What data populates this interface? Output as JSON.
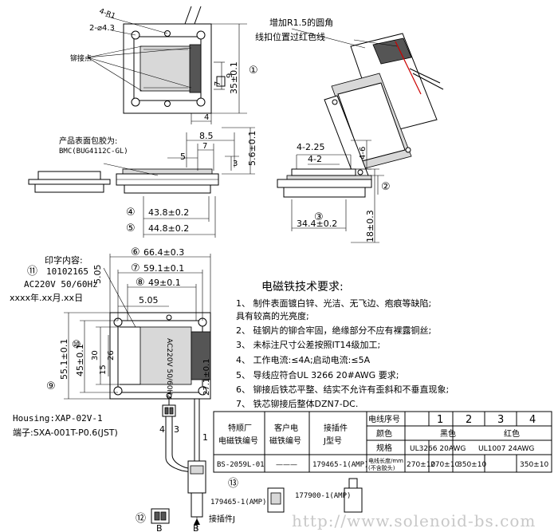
{
  "top_view": {
    "hole_spec": "2-⌀4.3",
    "offset_small": "4-R1",
    "rivet_label": "铆接点",
    "dim_35": "35±0.1",
    "dim_9": "9",
    "dim_7": "7",
    "dim_4": "4",
    "callout_1": "①"
  },
  "iso_view": {
    "note_fillet": "增加R1.5的圆角",
    "note_crimp": "线扣位置过红色线"
  },
  "side_view": {
    "glue_note_1": "产品表面包胶为:",
    "glue_note_2": "BMC(BUG4112C-GL)",
    "dim_8_5": "8.5",
    "dim_7": "7",
    "dim_5": "5",
    "dim_3": "3",
    "dim_5_6": "5.6±0.1",
    "callout_4": "④",
    "dim_43_8": "43.8±0.2",
    "callout_5": "⑤",
    "dim_44_8": "44.8±0.2"
  },
  "end_view": {
    "dim_4_2_25": "4-2.25",
    "dim_4_2": "4-2",
    "dim_4_6": "4-6",
    "callout_2": "②",
    "callout_3": "③",
    "dim_34_4": "34.4±0.2",
    "dim_18": "18±0.3"
  },
  "front_view": {
    "callout_11": "⑪",
    "print_title": "印字内容:",
    "print_line1": "10102165",
    "print_line2": "AC220V 50/60Hz",
    "print_line3": "xxxx年.xx月.xx日",
    "callout_6": "⑥",
    "dim_66_4": "66.4±0.3",
    "callout_7": "⑦",
    "dim_59_1": "59.1±0.1",
    "callout_8": "⑧",
    "dim_49": "49±0.1",
    "dim_5_05_a": "5.05",
    "dim_5_05_b": "5.05",
    "dim_15": "15",
    "dim_30": "30",
    "dim_26": "26",
    "callout_10": "⑩",
    "dim_45": "45±0.1",
    "callout_9": "⑨",
    "dim_55_1": "55.1±0.1",
    "dim_27_1": "27.1±0.1",
    "coil_label": "AC220V 50/60Hz"
  },
  "connector": {
    "housing": "Housing:XAP-02V-1",
    "terminal": "端子:SXA-001T-P0.6(JST)",
    "wire_4": "4",
    "wire_3": "3",
    "wire_1": "1",
    "callout_12": "⑫",
    "label_b1": "B",
    "label_b2": "B",
    "plug_label": "接插件J",
    "callout_13": "⑬",
    "part_a": "179465-1(AMP)",
    "part_b": "177900-1(AMP)"
  },
  "notes": {
    "title": "电磁铁技术要求:",
    "items": [
      "1、 制件表面镀白锌、光洁、无飞边、疱痕等缺陷;",
      "     具有较高的光亮度;",
      "2、 硅钢片的铆合牢固，绝缘部分不应有裸露铜丝;",
      "3、 未标注尺寸公差按照IT14级加工;",
      "4、 工作电流:≤4A;启动电流:≤5A",
      "5、 导线应符合UL 3266 20#AWG 要求;",
      "6、 铆接后铁芯平整、结实不允许有歪斜和不垂直现象;",
      "7、 铁芯铆接后整体DZN7-DC."
    ]
  },
  "table": {
    "h_vendor": [
      "特顺厂",
      "电磁铁编号"
    ],
    "h_customer": [
      "客户电",
      "磁铁编号"
    ],
    "h_plug": [
      "接插件",
      "J型号"
    ],
    "h_wire_no": "电线序号",
    "h_color": "颜色",
    "h_spec": "规格",
    "h_length": [
      "电线长度/mm",
      "(不含胶头)"
    ],
    "wire_cols": [
      "1",
      "2",
      "3",
      "4"
    ],
    "color_black": "黑色",
    "color_red": "红色",
    "spec_1": "UL3266 20AWG",
    "spec_2": "UL1007 24AWG",
    "vendor_no": "BS-2059L-01",
    "customer_no": "———",
    "plug_no": "179465-1(AMP)",
    "lengths": [
      "270±10",
      "270±10",
      "350±10",
      "350±10"
    ]
  },
  "watermark": "http://www.solenoid-bs.com"
}
